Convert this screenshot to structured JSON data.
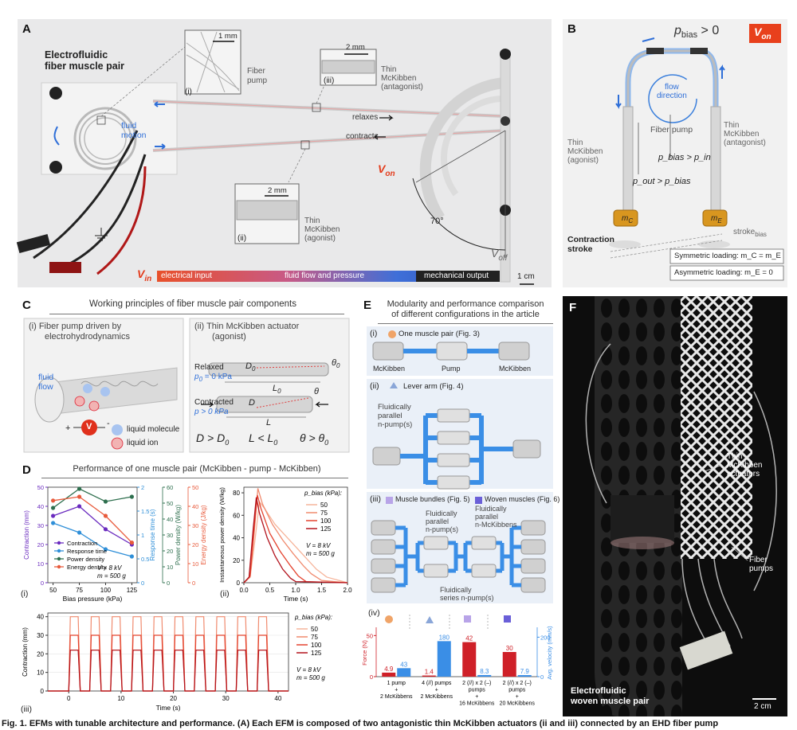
{
  "panelA": {
    "label": "A",
    "title_line1": "Electrofluidic",
    "title_line2": "fiber muscle pair",
    "inset_i": {
      "tag": "(i)",
      "scale": "1 mm",
      "name": "Fiber pump"
    },
    "inset_ii": {
      "tag": "(ii)",
      "scale": "2 mm",
      "name_line1": "Thin",
      "name_line2": "McKibben",
      "name_line3": "(agonist)"
    },
    "inset_iii": {
      "tag": "(iii)",
      "scale": "2 mm",
      "name_line1": "Thin",
      "name_line2": "McKibben",
      "name_line3": "(antagonist)"
    },
    "fluid_motion_line1": "fluid",
    "fluid_motion_line2": "motion",
    "relaxes": "relaxes",
    "contracts": "contracts",
    "v_on": "V",
    "v_on_sub": "on",
    "v_off": "V",
    "v_off_sub": "off",
    "v_in": "V",
    "v_in_sub": "in",
    "angle": "70°",
    "bar_electrical": "electrical input",
    "bar_fluid": "fluid flow and pressure",
    "bar_mechanical": "mechanical output",
    "scale": "1 cm"
  },
  "panelB": {
    "label": "B",
    "p_bias_top": "p",
    "p_bias_top_sub": "bias",
    "p_bias_top_rel": " > 0",
    "v_on": "V",
    "v_on_sub": "on",
    "flow_line1": "flow",
    "flow_line2": "direction",
    "fiber_pump": "Fiber pump",
    "agonist_line1": "Thin",
    "agonist_line2": "McKibben",
    "agonist_line3": "(agonist)",
    "antagonist_line1": "Thin",
    "antagonist_line2": "McKibben",
    "antagonist_line3": "(antagonist)",
    "pbias_pin": "p_bias > p_in",
    "pout_pbias": "p_out > p_bias",
    "mc": "m",
    "mc_sub": "C",
    "me": "m",
    "me_sub": "E",
    "stroke_bias": "stroke",
    "stroke_bias_sub": "bias",
    "contraction_line1": "Contraction",
    "contraction_line2": "stroke",
    "sym_loading": "Symmetric loading: m_C = m_E",
    "asym_loading": "Asymmetric loading: m_E = 0"
  },
  "panelC": {
    "label": "C",
    "title": "Working principles of fiber muscle pair components",
    "sub_i_line1": "(i)   Fiber pump driven by",
    "sub_i_line2": "electrohydrodynamics",
    "fluid_flow_line1": "fluid",
    "fluid_flow_line2": "flow",
    "v": "V",
    "plus": "+",
    "minus": "-",
    "legend_molecule": "liquid molecule",
    "legend_ion": "liquid ion",
    "sub_ii_line1": "(ii)  Thin McKibben actuator",
    "sub_ii_line2": "(agonist)",
    "relaxed": "Relaxed",
    "relaxed_p": "p",
    "relaxed_p_sub": "0",
    "relaxed_p_val": " = 0 kPa",
    "contracted": "Contracted",
    "contracted_p": "p > 0 kPa",
    "d0": "D",
    "d0_sub": "0",
    "l0": "L",
    "l0_sub": "0",
    "theta0": "θ",
    "theta0_sub": "0",
    "d": "D",
    "l": "L",
    "theta": "θ",
    "eq1": "D > D",
    "eq1_sub": "0",
    "eq2": "L < L",
    "eq2_sub": "0",
    "eq3": "θ > θ",
    "eq3_sub": "0"
  },
  "panelD": {
    "label": "D",
    "title": "Performance of one muscle pair (McKibben - pump - McKibben)",
    "sub_i": "(i)",
    "sub_ii": "(ii)",
    "sub_iii": "(iii)",
    "legend_contraction": "Contraction",
    "legend_response": "Response time",
    "legend_power": "Power density",
    "legend_energy": "Energy density",
    "cond_v": "V = 8 kV",
    "cond_m": "m = 500 g",
    "pbias_label": "p_bias (kPa):",
    "pbias_values": [
      "50",
      "75",
      "100",
      "125"
    ]
  },
  "panelE": {
    "label": "E",
    "title_line1": "Modularity and performance comparison",
    "title_line2": "of different configurations in the article",
    "sub_i": "(i)",
    "sub_i_text": "One muscle pair (Fig. 3)",
    "mck_left": "McKibben",
    "pump": "Pump",
    "mck_right": "McKibben",
    "sub_ii": "(ii)",
    "sub_ii_text": "Lever arm (Fig. 4)",
    "fp_line1": "Fluidically",
    "fp_line2": "parallel",
    "fp_line3": "n-pump(s)",
    "sub_iii": "(iii)",
    "sub_iii_text1": "Muscle bundles (Fig. 5)",
    "sub_iii_text2": "Woven muscles (Fig. 6)",
    "fpm_line1": "Fluidically",
    "fpm_line2": "parallel",
    "fpm_line3": "n-McKibbens",
    "fs_line1": "Fluidically",
    "fs_line2": "series n-pump(s)",
    "sub_iv": "(iv)"
  },
  "panelF": {
    "label": "F",
    "annot_actuators_line1": "Thin",
    "annot_actuators_line2": "McKibben",
    "annot_actuators_line3": "actuators",
    "annot_pumps_line1": "Fiber",
    "annot_pumps_line2": "pumps",
    "title_line1": "Electrofluidic",
    "title_line2": "woven muscle pair",
    "scale": "2 cm"
  },
  "caption": "Fig. 1. EFMs with tunable architecture and performance. (A) Each EFM is composed of two antagonistic thin McKibben actuators (ii and iii) connected by an EHD fiber pump",
  "chart_data": [
    {
      "id": "D-i",
      "type": "line",
      "x": [
        50,
        75,
        100,
        125
      ],
      "xlabel": "Bias pressure (kPa)",
      "xlim": [
        45,
        130
      ],
      "axes": [
        {
          "label": "Contraction (mm)",
          "lim": [
            0,
            50
          ],
          "ticks": [
            0,
            10,
            20,
            30,
            40,
            50
          ],
          "color": "#6a2bbf"
        },
        {
          "label": "Response time (s)",
          "lim": [
            0,
            2.0
          ],
          "ticks": [
            0,
            0.5,
            1.0,
            1.5,
            2.0
          ],
          "color": "#2f8fd8"
        },
        {
          "label": "Power density (W/kg)",
          "lim": [
            0,
            60
          ],
          "ticks": [
            0,
            10,
            20,
            30,
            40,
            50,
            60
          ],
          "color": "#2e6f4e"
        },
        {
          "label": "Energy density (J/kg)",
          "lim": [
            0,
            50
          ],
          "ticks": [
            0,
            10,
            20,
            30,
            40,
            50
          ],
          "color": "#e85a3b"
        }
      ],
      "series": [
        {
          "name": "Contraction",
          "axis": 0,
          "values": [
            35,
            40,
            28,
            20
          ],
          "color": "#6a2bbf"
        },
        {
          "name": "Response time",
          "axis": 1,
          "values": [
            1.25,
            1.05,
            0.7,
            0.55
          ],
          "color": "#2f8fd8"
        },
        {
          "name": "Power density",
          "axis": 2,
          "values": [
            47,
            59,
            51,
            54
          ],
          "color": "#2e6f4e"
        },
        {
          "name": "Energy density",
          "axis": 3,
          "values": [
            43,
            45,
            35,
            21
          ],
          "color": "#e85a3b"
        }
      ]
    },
    {
      "id": "D-ii",
      "type": "line",
      "xlabel": "Time (s)",
      "ylabel": "Instantaneous power density (W/kg)",
      "xlim": [
        0,
        2.0
      ],
      "ylim": [
        0,
        85
      ],
      "xticks": [
        0.0,
        0.5,
        1.0,
        1.5,
        2.0
      ],
      "yticks": [
        0,
        20,
        40,
        60,
        80
      ],
      "series": [
        {
          "name": "50",
          "color": "#f6b49a",
          "x": [
            0,
            0.12,
            0.22,
            0.3,
            0.4,
            0.6,
            0.8,
            1.0,
            1.2,
            1.4,
            1.6,
            2.0
          ],
          "y": [
            0,
            5,
            40,
            72,
            66,
            52,
            42,
            32,
            22,
            12,
            5,
            0
          ]
        },
        {
          "name": "75",
          "color": "#f08a6e",
          "x": [
            0,
            0.12,
            0.2,
            0.27,
            0.36,
            0.55,
            0.75,
            0.95,
            1.15,
            1.3,
            1.5,
            2.0
          ],
          "y": [
            0,
            5,
            45,
            84,
            70,
            52,
            38,
            26,
            15,
            8,
            2,
            0
          ]
        },
        {
          "name": "100",
          "color": "#e4432f",
          "x": [
            0,
            0.12,
            0.2,
            0.26,
            0.33,
            0.5,
            0.7,
            0.9,
            1.05,
            1.2,
            2.0
          ],
          "y": [
            0,
            6,
            50,
            78,
            66,
            44,
            28,
            15,
            6,
            1,
            0
          ]
        },
        {
          "name": "125",
          "color": "#b2121c",
          "x": [
            0,
            0.1,
            0.18,
            0.24,
            0.3,
            0.45,
            0.6,
            0.75,
            0.9,
            1.0,
            2.0
          ],
          "y": [
            0,
            5,
            48,
            76,
            62,
            40,
            24,
            12,
            4,
            1,
            0
          ]
        }
      ]
    },
    {
      "id": "D-iii",
      "type": "line",
      "xlabel": "Time (s)",
      "ylabel": "Contraction (mm)",
      "xlim": [
        -4,
        42
      ],
      "ylim": [
        0,
        42
      ],
      "xticks": [
        0,
        10,
        20,
        30,
        40
      ],
      "yticks": [
        0,
        10,
        20,
        30,
        40
      ],
      "pulse_period_s": 4,
      "pulse_count": 10,
      "series": [
        {
          "name": "50",
          "plateau": 22,
          "color": "#f6b49a"
        },
        {
          "name": "75",
          "plateau": 40,
          "color": "#f08a6e"
        },
        {
          "name": "100",
          "plateau": 30,
          "color": "#e4432f"
        },
        {
          "name": "125",
          "plateau": 22,
          "color": "#b2121c"
        }
      ]
    },
    {
      "id": "E-iv",
      "type": "bar",
      "categories": [
        "1 pump\n+\n2 McKibbens",
        "4 (//) pumps\n+\n2 McKibbens",
        "2 (//) x 2 (–)\npumps\n+\n16 McKibbens",
        "2 (//) x 2 (–)\npumps\n+\n20 McKibbens"
      ],
      "ylabel_left": "Force (N)",
      "ylabel_right": "Avg. velocity (mm/s)",
      "ylim_left": [
        0,
        60
      ],
      "ylim_right": [
        0,
        250
      ],
      "yticks_left": [
        0,
        50
      ],
      "yticks_right": [
        0,
        200
      ],
      "series": [
        {
          "name": "Force (N)",
          "values": [
            4.9,
            1.4,
            42,
            30
          ],
          "color": "#cf2028"
        },
        {
          "name": "Avg. velocity (mm/s)",
          "values": [
            43,
            180,
            8.3,
            7.9
          ],
          "color": "#3a8ee6"
        }
      ],
      "value_labels_force": [
        "4.9",
        "1.4",
        "42",
        "30"
      ],
      "value_labels_velocity": [
        "43",
        "180",
        "8.3",
        "7.9"
      ]
    }
  ]
}
